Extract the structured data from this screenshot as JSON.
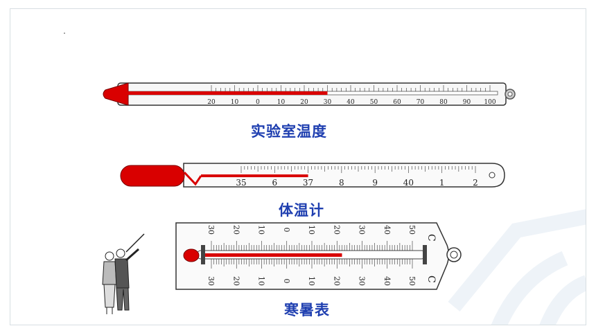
{
  "colors": {
    "mercury": "#d90000",
    "caption": "#1f3fb0",
    "frame": "#d7dee2"
  },
  "lab": {
    "caption": "实验室温度",
    "scale_labels": [
      "20",
      "10",
      "0",
      "10",
      "20",
      "30",
      "40",
      "50",
      "60",
      "70",
      "80",
      "90",
      "100"
    ],
    "range": [
      -20,
      100
    ],
    "reading": 30
  },
  "clinical": {
    "caption": "体温计",
    "scale_labels": [
      "35",
      "6",
      "37",
      "8",
      "9",
      "40",
      "1",
      "2"
    ],
    "range": [
      35,
      42
    ],
    "reading": 37
  },
  "wall": {
    "caption": "寒暑表",
    "scale_labels": [
      "30",
      "20",
      "10",
      "0",
      "10",
      "20",
      "30",
      "40",
      "50"
    ],
    "unit": "C",
    "range": [
      -30,
      50
    ],
    "reading": 22
  }
}
